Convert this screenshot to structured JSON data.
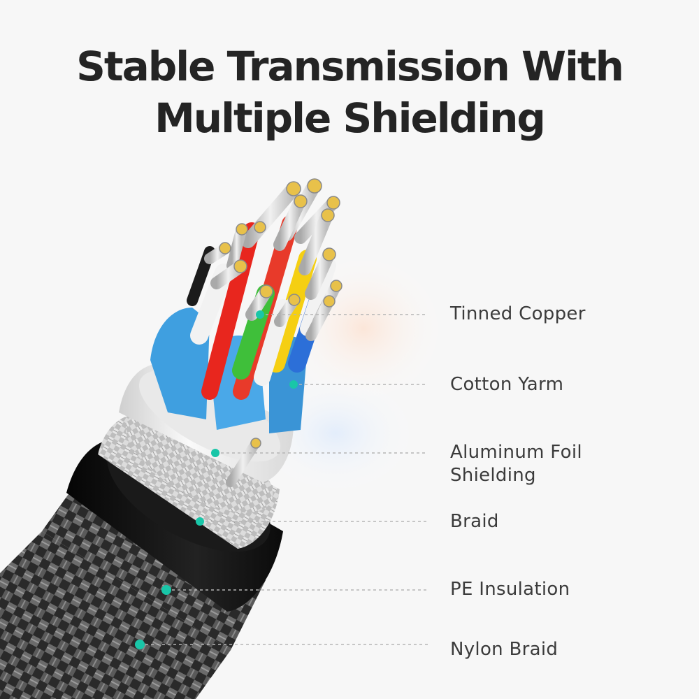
{
  "title": {
    "line1": "Stable Transmission With",
    "line2": "Multiple Shielding"
  },
  "layers": [
    {
      "line1": "Tinned Copper",
      "line2": ""
    },
    {
      "line1": "Cotton Yarm",
      "line2": ""
    },
    {
      "line1": "Aluminum Foil",
      "line2": "Shielding"
    },
    {
      "line1": "Braid",
      "line2": ""
    },
    {
      "line1": "PE Insulation",
      "line2": ""
    },
    {
      "line1": "Nylon Braid",
      "line2": ""
    }
  ],
  "colors": {
    "title": "#242424",
    "label": "#3b3b3b",
    "leader_line": "#b5b5b5",
    "marker": "#19c6a8",
    "nylon_jacket": "#2b2b2b",
    "pe_insulation": "#141414",
    "braid": "#c9c9c9",
    "foil": "#e4e4e4",
    "pair_shield": "#3f9fe0",
    "wire_red": "#e8261e",
    "wire_yellow": "#f5cf12",
    "wire_green": "#3fbf3a",
    "wire_blue": "#2c6fd8",
    "wire_white": "#f2f2f2",
    "tinned_copper": "#d8d8d8"
  }
}
